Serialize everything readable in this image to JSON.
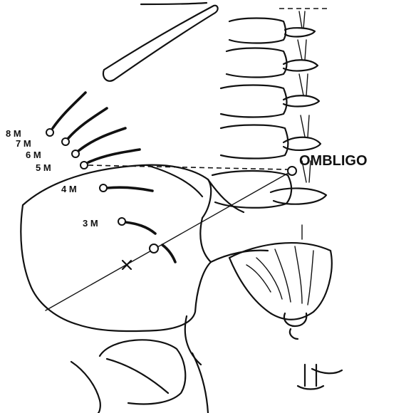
{
  "diagram": {
    "umbilicus_label": "OMBLIGO",
    "markers": [
      {
        "label": "8 M"
      },
      {
        "label": "7 M"
      },
      {
        "label": "6 M"
      },
      {
        "label": "5 M"
      },
      {
        "label": "4 M"
      },
      {
        "label": "3 M"
      }
    ]
  }
}
